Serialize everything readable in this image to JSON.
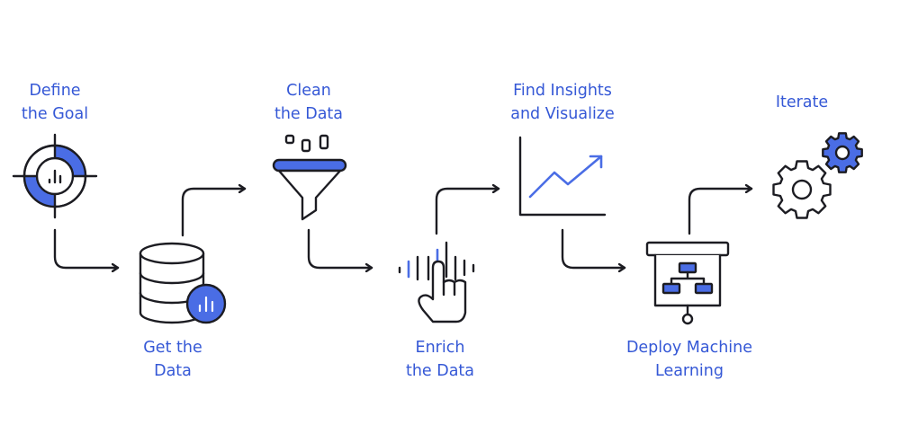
{
  "steps": [
    {
      "line1": "Define",
      "line2": "the Goal",
      "icon": "target-icon"
    },
    {
      "line1": "Get the",
      "line2": "Data",
      "icon": "database-icon"
    },
    {
      "line1": "Clean",
      "line2": "the Data",
      "icon": "funnel-icon"
    },
    {
      "line1": "Enrich",
      "line2": "the Data",
      "icon": "hand-pointer-icon"
    },
    {
      "line1": "Find Insights",
      "line2": "and Visualize",
      "icon": "line-chart-icon"
    },
    {
      "line1": "Deploy Machine",
      "line2": "Learning",
      "icon": "presentation-board-icon"
    },
    {
      "line1": "Iterate",
      "line2": "",
      "icon": "gears-icon"
    }
  ],
  "colors": {
    "accent": "#4a6de5",
    "label": "#3558d6",
    "stroke": "#1c1c22",
    "background": "#ffffff"
  }
}
